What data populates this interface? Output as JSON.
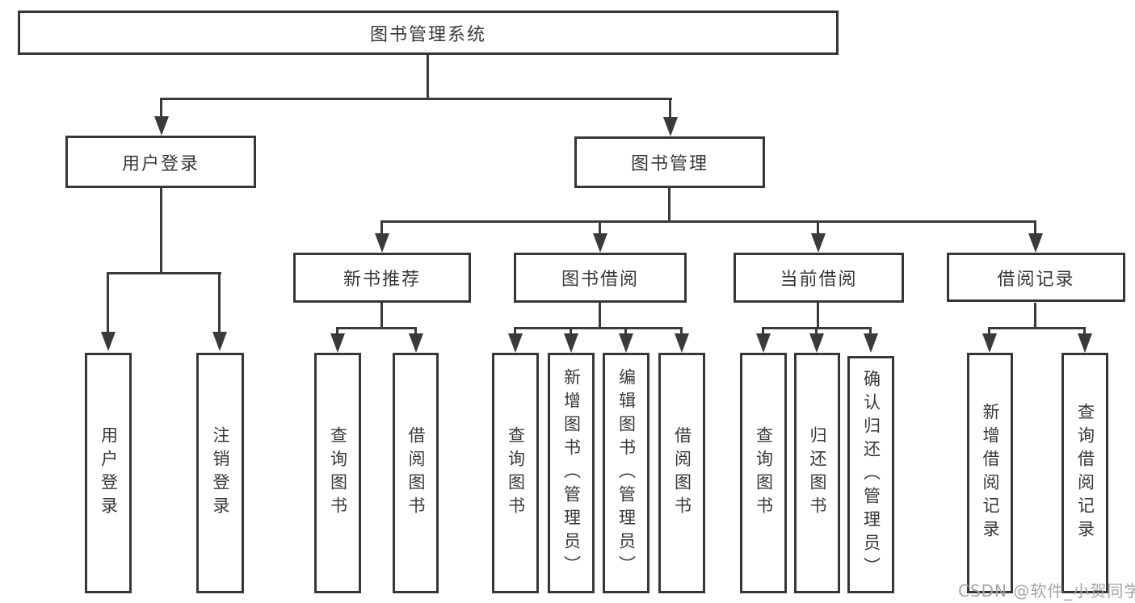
{
  "tree": {
    "label": "图书管理系统",
    "children": [
      {
        "label": "用户登录",
        "children": [
          {
            "label": "用户登录"
          },
          {
            "label": "注销登录"
          }
        ]
      },
      {
        "label": "图书管理",
        "children": [
          {
            "label": "新书推荐",
            "children": [
              {
                "label": "查询图书"
              },
              {
                "label": "借阅图书"
              }
            ]
          },
          {
            "label": "图书借阅",
            "children": [
              {
                "label": "查询图书"
              },
              {
                "label": "新增图书（管理员）"
              },
              {
                "label": "编辑图书（管理员）"
              },
              {
                "label": "借阅图书"
              }
            ]
          },
          {
            "label": "当前借阅",
            "children": [
              {
                "label": "查询图书"
              },
              {
                "label": "归还图书"
              },
              {
                "label": "确认归还（管理员）"
              }
            ]
          },
          {
            "label": "借阅记录",
            "children": [
              {
                "label": "新增借阅记录"
              },
              {
                "label": "查询借阅记录"
              }
            ]
          }
        ]
      }
    ]
  },
  "watermark": "CSDN @软件_小贺同学",
  "colors": {
    "line": "#3a3a3a",
    "border": "#363636",
    "text": "#383838",
    "watermark": "#a6a6a6",
    "background": "#ffffff"
  }
}
